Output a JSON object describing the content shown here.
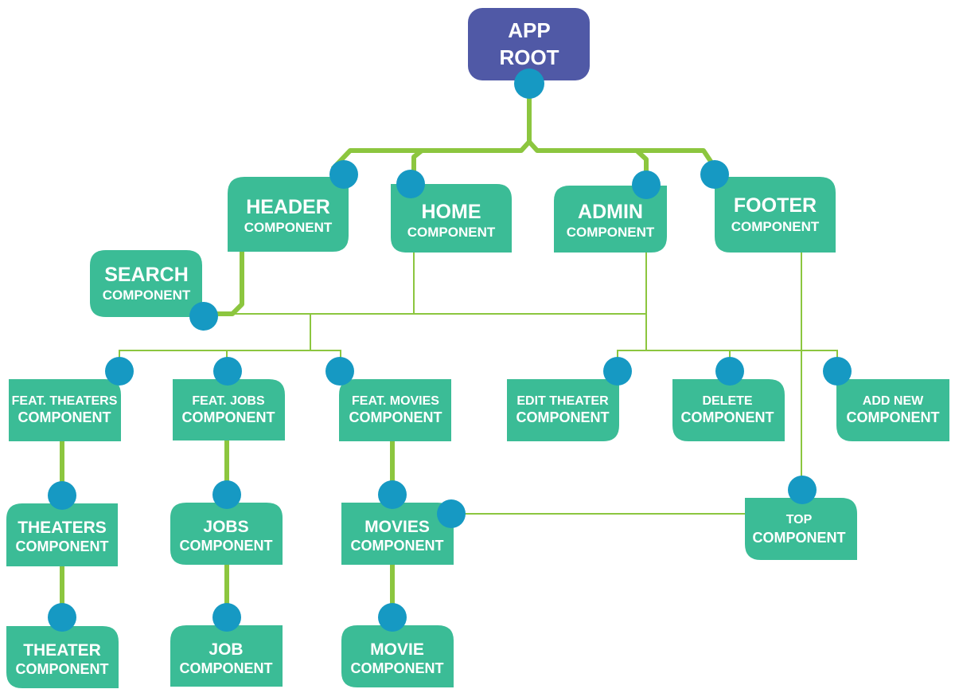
{
  "colors": {
    "node_fill": "#3bbc96",
    "root_fill": "#5059a6",
    "connector_dot": "#1699c3",
    "thick_line": "#8cc63f",
    "thin_line": "#8cc63f",
    "text": "#ffffff"
  },
  "nodes": {
    "root": {
      "line1": "APP",
      "line2": "ROOT"
    },
    "header": {
      "title": "HEADER",
      "subtitle": "COMPONENT"
    },
    "home": {
      "title": "HOME",
      "subtitle": "COMPONENT"
    },
    "admin": {
      "title": "ADMIN",
      "subtitle": "COMPONENT"
    },
    "footer": {
      "title": "FOOTER",
      "subtitle": "COMPONENT"
    },
    "search": {
      "title": "SEARCH",
      "subtitle": "COMPONENT"
    },
    "feat_theaters": {
      "title": "FEAT. THEATERS",
      "subtitle": "COMPONENT"
    },
    "feat_jobs": {
      "title": "FEAT. JOBS",
      "subtitle": "COMPONENT"
    },
    "feat_movies": {
      "title": "FEAT. MOVIES",
      "subtitle": "COMPONENT"
    },
    "edit_theater": {
      "title": "EDIT THEATER",
      "subtitle": "COMPONENT"
    },
    "delete": {
      "title": "DELETE",
      "subtitle": "COMPONENT"
    },
    "add_new": {
      "title": "ADD NEW",
      "subtitle": "COMPONENT"
    },
    "theaters": {
      "title": "THEATERS",
      "subtitle": "COMPONENT"
    },
    "jobs": {
      "title": "JOBS",
      "subtitle": "COMPONENT"
    },
    "movies": {
      "title": "MOVIES",
      "subtitle": "COMPONENT"
    },
    "top": {
      "title": "TOP",
      "subtitle": "COMPONENT"
    },
    "theater": {
      "title": "THEATER",
      "subtitle": "COMPONENT"
    },
    "job": {
      "title": "JOB",
      "subtitle": "COMPONENT"
    },
    "movie": {
      "title": "MOVIE",
      "subtitle": "COMPONENT"
    }
  }
}
